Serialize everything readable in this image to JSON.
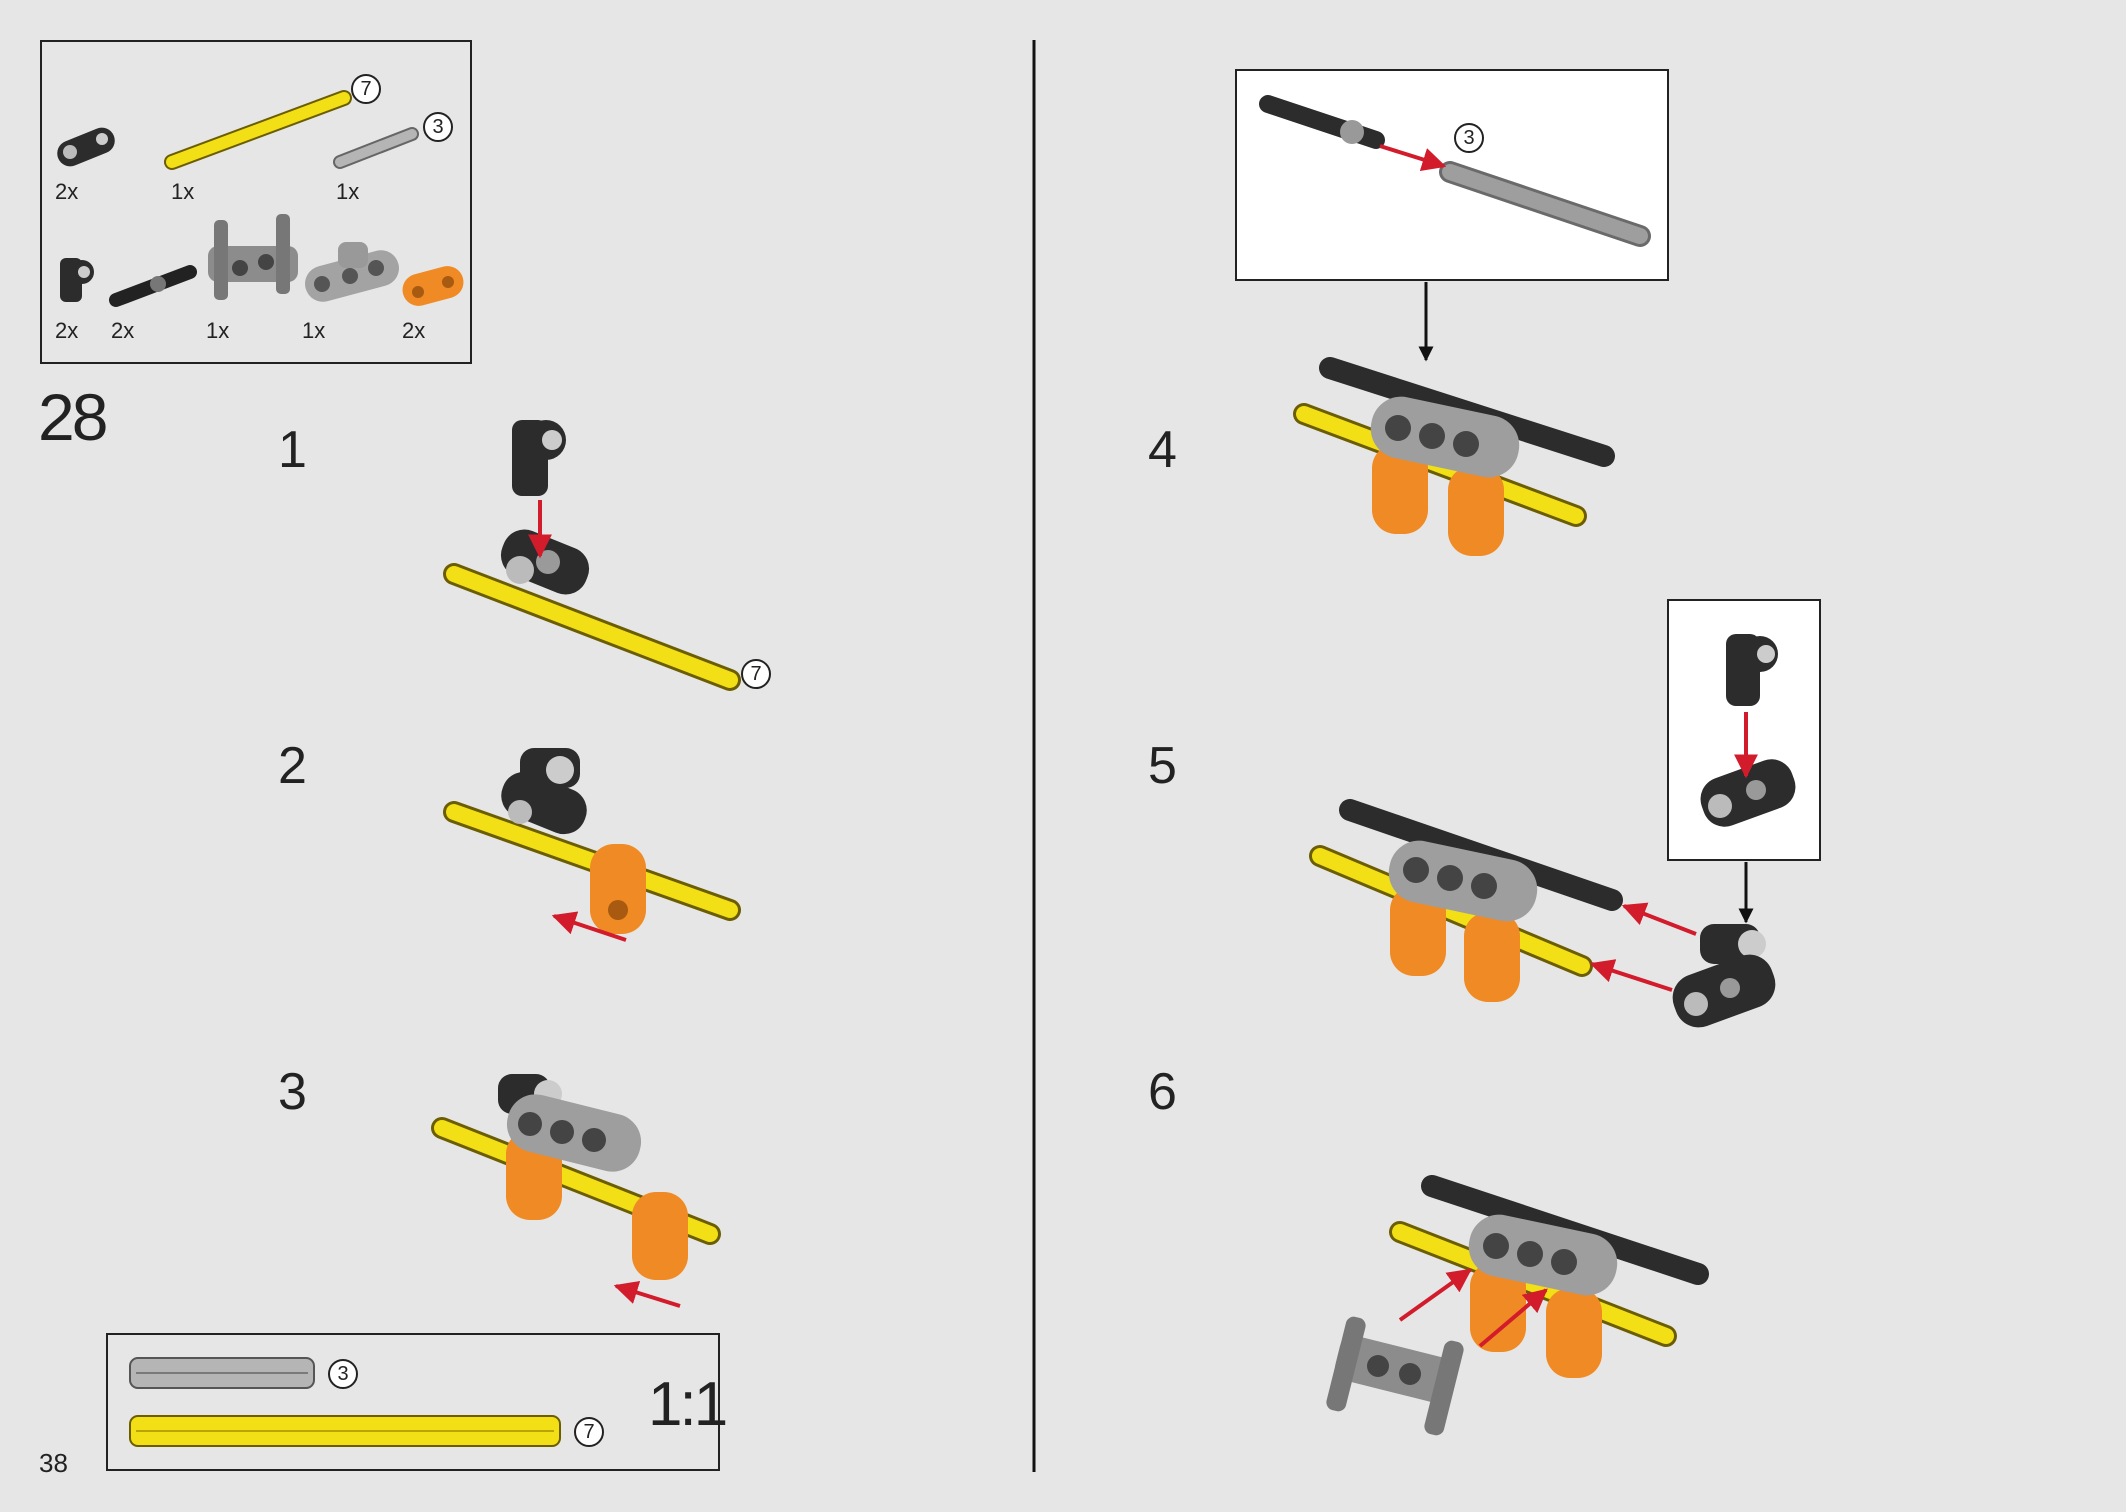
{
  "page_number": "38",
  "main_step": "28",
  "parts_list": {
    "items": [
      {
        "qty": "2x",
        "icon": "black-axle-connector-icon"
      },
      {
        "qty": "1x",
        "icon": "yellow-axle-7-icon",
        "length": "7"
      },
      {
        "qty": "1x",
        "icon": "gray-axle-3-icon",
        "length": "3"
      },
      {
        "qty": "2x",
        "icon": "black-angle-connector-icon"
      },
      {
        "qty": "2x",
        "icon": "black-pin-axle-icon"
      },
      {
        "qty": "1x",
        "icon": "gray-double-pin-connector-icon"
      },
      {
        "qty": "1x",
        "icon": "gray-beam-3-icon"
      },
      {
        "qty": "2x",
        "icon": "orange-link-icon"
      }
    ]
  },
  "substeps": [
    {
      "num": "1",
      "callout": "7"
    },
    {
      "num": "2"
    },
    {
      "num": "3"
    },
    {
      "num": "4",
      "callout": "3"
    },
    {
      "num": "5"
    },
    {
      "num": "6"
    }
  ],
  "scale_box": {
    "label": "1:1",
    "rows": [
      {
        "length": "3",
        "color": "#b5b5b5"
      },
      {
        "length": "7",
        "color": "#f2df16"
      }
    ]
  },
  "colors": {
    "background": "#e6e6e6",
    "yellow": "#f2df16",
    "orange": "#f08a24",
    "black_part": "#2c2c2c",
    "gray_part": "#9a9a9a",
    "arrow_red": "#d21c2c"
  }
}
